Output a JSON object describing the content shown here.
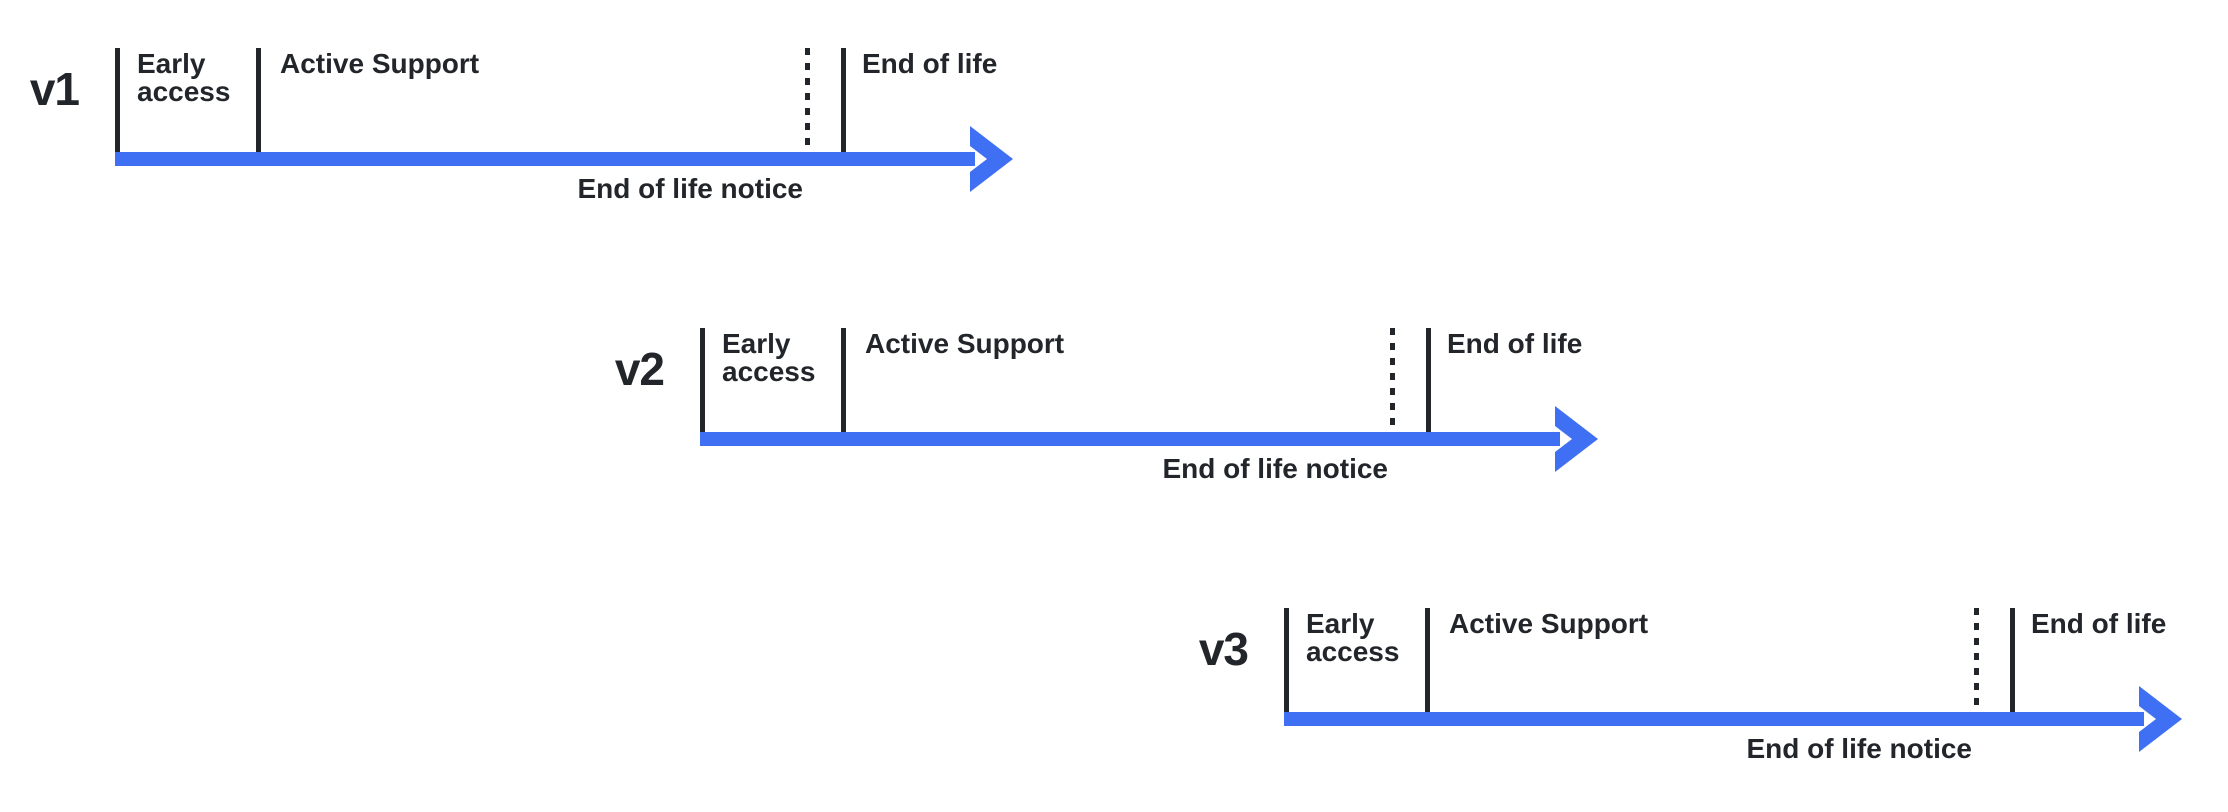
{
  "diagram": {
    "type": "version-lifecycle-timeline",
    "colors": {
      "accent": "#3F70F4",
      "ink": "#22262B",
      "background": "#FFFFFF"
    },
    "rows": [
      {
        "version": "v1",
        "phases": {
          "early_access": "Early access",
          "active_support": "Active Support",
          "end_of_life": "End of life"
        },
        "notice": "End of life notice"
      },
      {
        "version": "v2",
        "phases": {
          "early_access": "Early access",
          "active_support": "Active Support",
          "end_of_life": "End of life"
        },
        "notice": "End of life notice"
      },
      {
        "version": "v3",
        "phases": {
          "early_access": "Early access",
          "active_support": "Active Support",
          "end_of_life": "End of life"
        },
        "notice": "End of life notice"
      }
    ]
  }
}
